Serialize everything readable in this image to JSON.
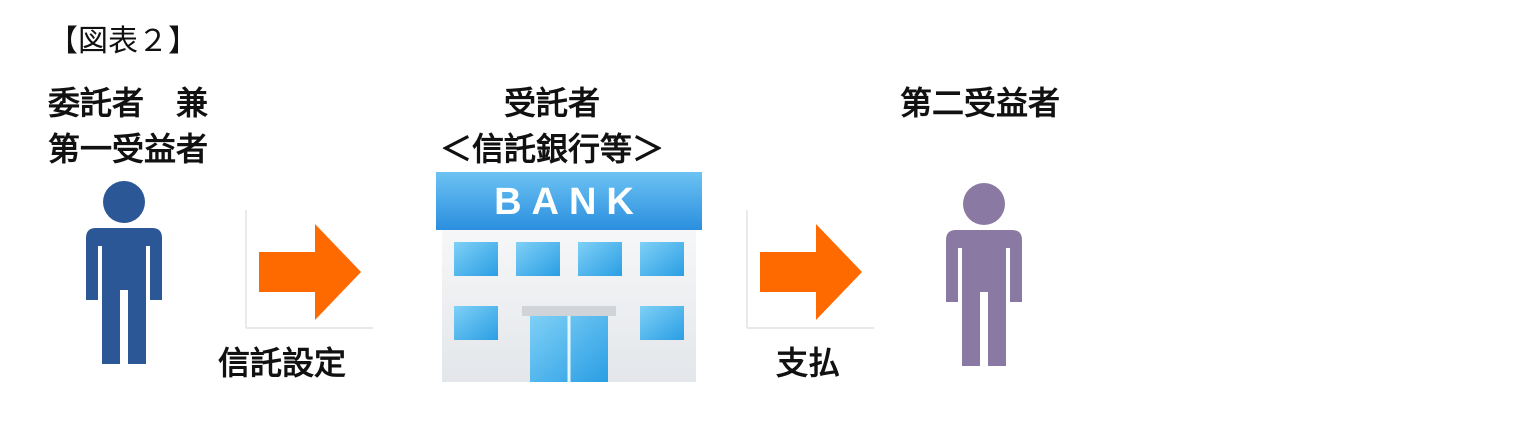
{
  "figure_title": "【図表２】",
  "settlor": {
    "line1": "委託者　兼",
    "line2": "第一受益者"
  },
  "trustee": {
    "line1": "受託者",
    "line2": "＜信託銀行等＞"
  },
  "bank_sign": "BANK",
  "second_beneficiary": "第二受益者",
  "arrow1_label": "信託設定",
  "arrow2_label": "支払",
  "colors": {
    "settlor_person": "#2b5797",
    "second_person": "#8a7aa3",
    "arrow": "#ff6a00",
    "bank_sign_bg": "#3a9fe8",
    "bank_window": "#48b2ea",
    "bank_body": "#eef0f2"
  },
  "icons": [
    "person-icon",
    "bank-building-icon",
    "arrow-right-icon",
    "person-icon"
  ]
}
